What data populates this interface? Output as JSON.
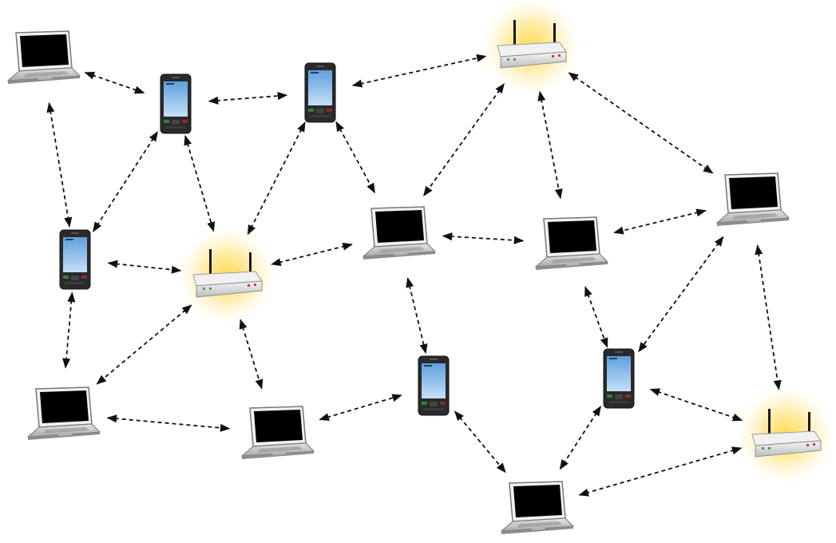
{
  "diagram": {
    "type": "wireless-mesh-network",
    "node_types": {
      "laptop": "laptop-icon",
      "phone": "smartphone-icon",
      "router": "wireless-router-icon"
    },
    "colors": {
      "background": "#ffffff",
      "link": "#111111",
      "router_glow": "#ffd84a",
      "router_body": "#e9e9e9",
      "antenna": "#1a1a1a",
      "screen_laptop": "#000000",
      "screen_phone": "#8fc1ef",
      "device_body": "#2a2a2a",
      "laptop_base": "#c8c8c8"
    },
    "link_style": "dashed-bidirectional-arrow",
    "nodes": [
      {
        "id": "laptop-1",
        "type": "laptop"
      },
      {
        "id": "phone-1",
        "type": "phone"
      },
      {
        "id": "phone-2",
        "type": "phone"
      },
      {
        "id": "router-1",
        "type": "router"
      },
      {
        "id": "laptop-2",
        "type": "laptop"
      },
      {
        "id": "phone-3",
        "type": "phone"
      },
      {
        "id": "router-2",
        "type": "router"
      },
      {
        "id": "laptop-3",
        "type": "laptop"
      },
      {
        "id": "laptop-4",
        "type": "laptop"
      },
      {
        "id": "laptop-5",
        "type": "laptop"
      },
      {
        "id": "laptop-6",
        "type": "laptop"
      },
      {
        "id": "phone-4",
        "type": "phone"
      },
      {
        "id": "phone-5",
        "type": "phone"
      },
      {
        "id": "router-3",
        "type": "router"
      },
      {
        "id": "laptop-7",
        "type": "laptop"
      }
    ],
    "links": [
      [
        "laptop-1",
        "phone-1"
      ],
      [
        "laptop-1",
        "phone-3"
      ],
      [
        "phone-1",
        "phone-2"
      ],
      [
        "phone-1",
        "phone-3"
      ],
      [
        "phone-1",
        "router-2"
      ],
      [
        "phone-2",
        "router-2"
      ],
      [
        "phone-2",
        "laptop-3"
      ],
      [
        "phone-2",
        "router-1"
      ],
      [
        "router-1",
        "laptop-3"
      ],
      [
        "router-1",
        "laptop-4"
      ],
      [
        "router-1",
        "laptop-2"
      ],
      [
        "laptop-2",
        "laptop-4"
      ],
      [
        "laptop-2",
        "phone-5"
      ],
      [
        "laptop-2",
        "router-3"
      ],
      [
        "phone-3",
        "router-2"
      ],
      [
        "phone-3",
        "laptop-5"
      ],
      [
        "router-2",
        "laptop-3"
      ],
      [
        "router-2",
        "laptop-5"
      ],
      [
        "router-2",
        "laptop-6"
      ],
      [
        "laptop-3",
        "laptop-4"
      ],
      [
        "laptop-3",
        "phone-4"
      ],
      [
        "laptop-4",
        "phone-5"
      ],
      [
        "laptop-5",
        "laptop-6"
      ],
      [
        "laptop-6",
        "phone-4"
      ],
      [
        "phone-4",
        "laptop-7"
      ],
      [
        "phone-5",
        "router-3"
      ],
      [
        "phone-5",
        "laptop-7"
      ],
      [
        "router-3",
        "laptop-7"
      ]
    ]
  }
}
